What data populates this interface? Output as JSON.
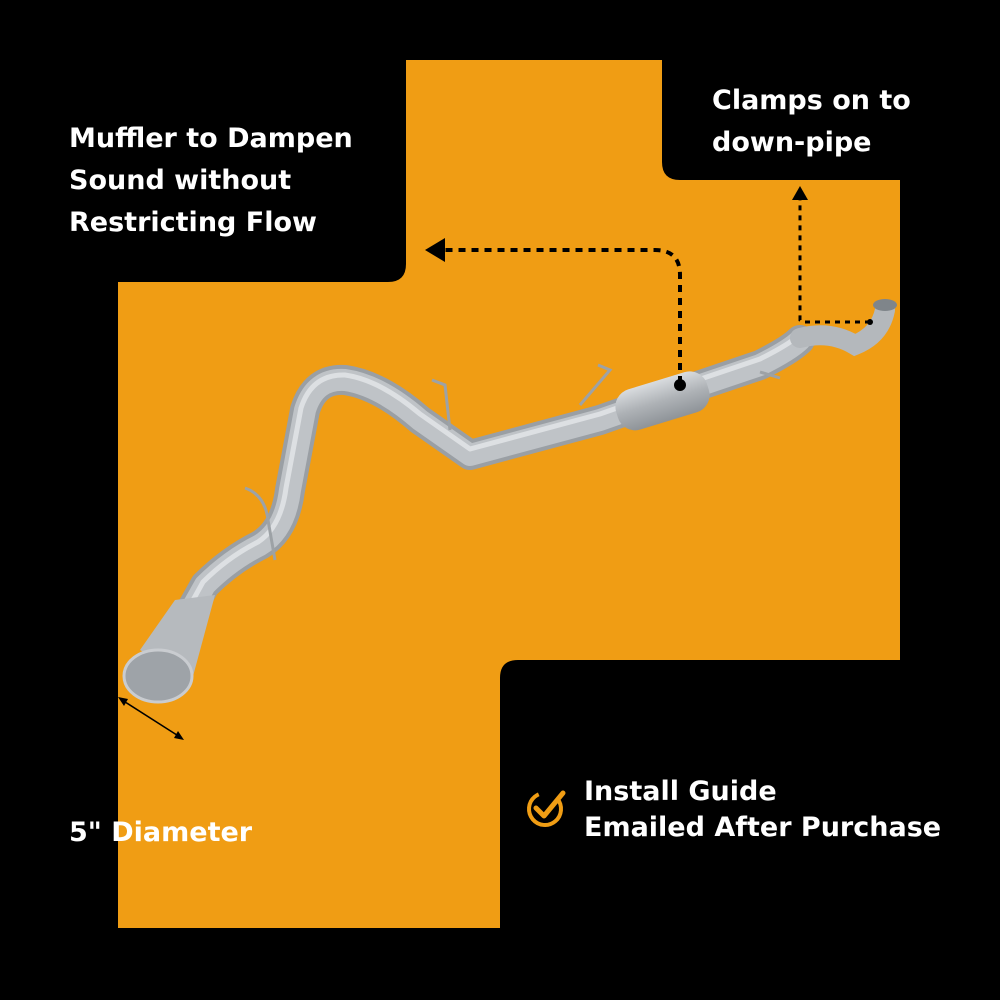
{
  "colors": {
    "background": "#000000",
    "accent": "#f09d14",
    "text": "#ffffff",
    "pipe": "#b9bdc1"
  },
  "callouts": {
    "muffler": [
      "Muffler to Dampen",
      "Sound without",
      "Restricting Flow"
    ],
    "clamps": [
      "Clamps on to",
      "down-pipe"
    ],
    "diameter": "5\" Diameter",
    "install": [
      "Install Guide",
      "Emailed After Purchase"
    ]
  },
  "icons": {
    "check": "check-circle-icon"
  }
}
